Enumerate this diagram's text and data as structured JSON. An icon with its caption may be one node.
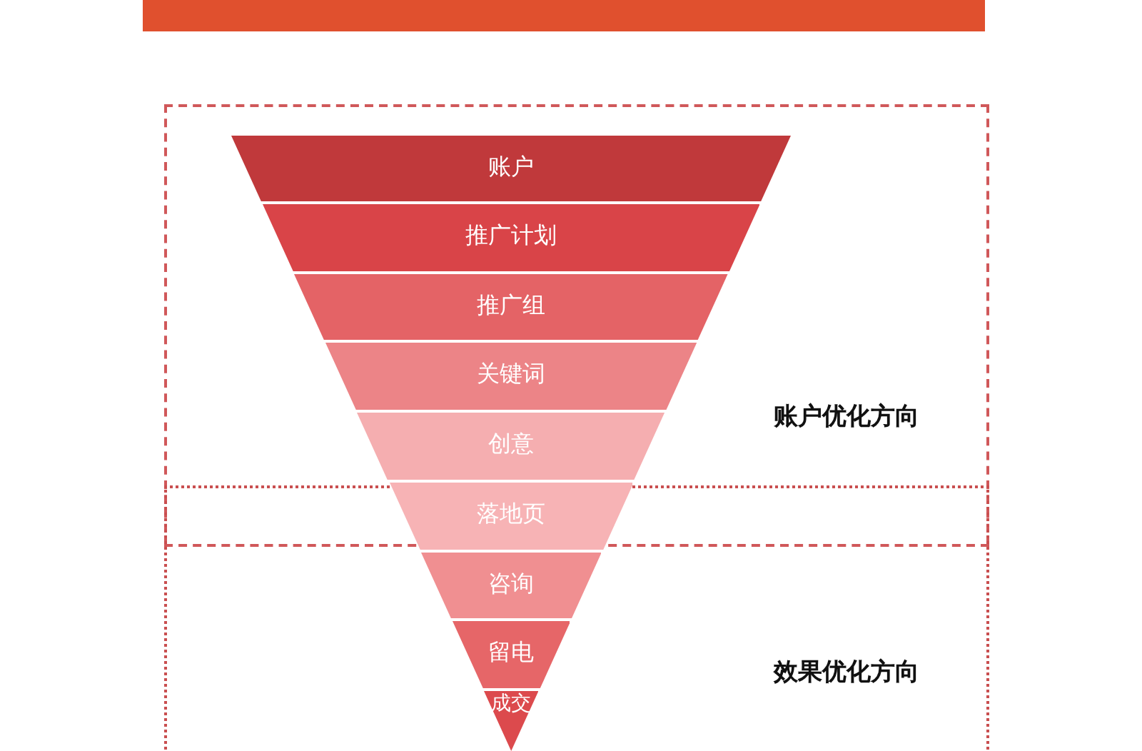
{
  "diagram": {
    "nodes": [
      {
        "text": [],
        "shape": "bar"
      },
      {
        "text": [
          "账户优化方向"
        ]
      },
      {
        "text": [
          "效果优化方向"
        ]
      },
      {
        "text": [
          "账户"
        ],
        "in": 1
      },
      {
        "text": [
          "推广计划"
        ],
        "in": 1
      },
      {
        "text": [
          "推广组"
        ],
        "in": 1
      },
      {
        "text": [
          "关键词"
        ],
        "in": 1
      },
      {
        "text": [
          "创意"
        ],
        "in": 1
      },
      {
        "text": [
          "落地页"
        ]
      },
      {
        "text": [
          "咨询"
        ],
        "in": 2
      },
      {
        "text": [
          "留电"
        ],
        "in": 2
      },
      {
        "text": [
          "成交"
        ],
        "in": 2
      }
    ]
  }
}
